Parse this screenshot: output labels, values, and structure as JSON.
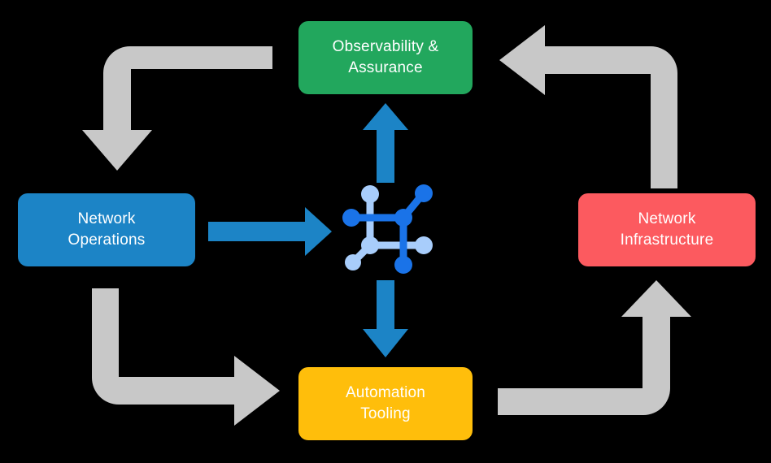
{
  "diagram": {
    "type": "cycle-diagram",
    "background_color": "#000000",
    "center_icon": {
      "name": "network-topology-icon",
      "primary_color": "#1a73e8",
      "secondary_color": "#a8cdfb"
    },
    "nodes": [
      {
        "id": "observability",
        "label": "Observability &\nAssurance",
        "color": "#22a75d",
        "position": "top"
      },
      {
        "id": "operations",
        "label": "Network\nOperations",
        "color": "#1c84c6",
        "position": "left"
      },
      {
        "id": "infrastructure",
        "label": "Network\nInfrastructure",
        "color": "#fc5a5f",
        "position": "right"
      },
      {
        "id": "automation",
        "label": "Automation\nTooling",
        "color": "#ffbe0b",
        "position": "bottom"
      }
    ],
    "arrows": [
      {
        "id": "operations-to-center",
        "style": "straight",
        "direction": "right",
        "color": "#1c84c6"
      },
      {
        "id": "center-to-observability",
        "style": "straight",
        "direction": "up",
        "color": "#1c84c6"
      },
      {
        "id": "center-to-automation",
        "style": "straight",
        "direction": "down",
        "color": "#1c84c6"
      },
      {
        "id": "observability-to-operations",
        "style": "elbow",
        "direction": "down",
        "color": "#c8c8c8"
      },
      {
        "id": "infrastructure-to-observability",
        "style": "elbow",
        "direction": "left",
        "color": "#c8c8c8"
      },
      {
        "id": "operations-to-automation",
        "style": "elbow",
        "direction": "right",
        "color": "#c8c8c8"
      },
      {
        "id": "automation-to-infrastructure",
        "style": "elbow",
        "direction": "up",
        "color": "#c8c8c8"
      }
    ]
  }
}
